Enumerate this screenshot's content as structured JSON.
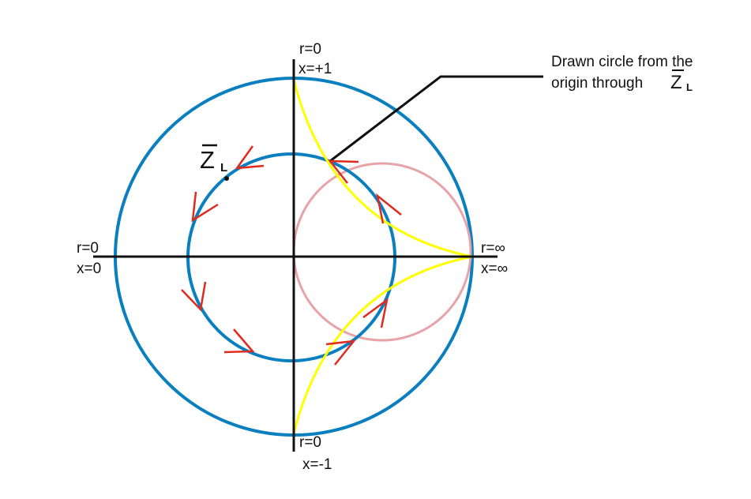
{
  "labels": {
    "top": {
      "r": "r=0",
      "x": "x=+1"
    },
    "bottom": {
      "r": "r=0",
      "x": "x=-1"
    },
    "left": {
      "r": "r=0",
      "x": "x=0"
    },
    "right": {
      "r": "r=∞",
      "x": "x=∞"
    },
    "zl_symbol": "Z",
    "zl_subscript": "L",
    "annotation_line1": "Drawn circle from the",
    "annotation_line2": "origin through ",
    "annotation_symbol": "Z",
    "annotation_subscript": "L"
  },
  "colors": {
    "outer_circle": "#0a7fc0",
    "inner_circle": "#0a7fc0",
    "pink_circle": "#e8a3a9",
    "yellow_arcs": "#ffff00",
    "arrows": "#e02a1e",
    "axes": "#111111"
  }
}
